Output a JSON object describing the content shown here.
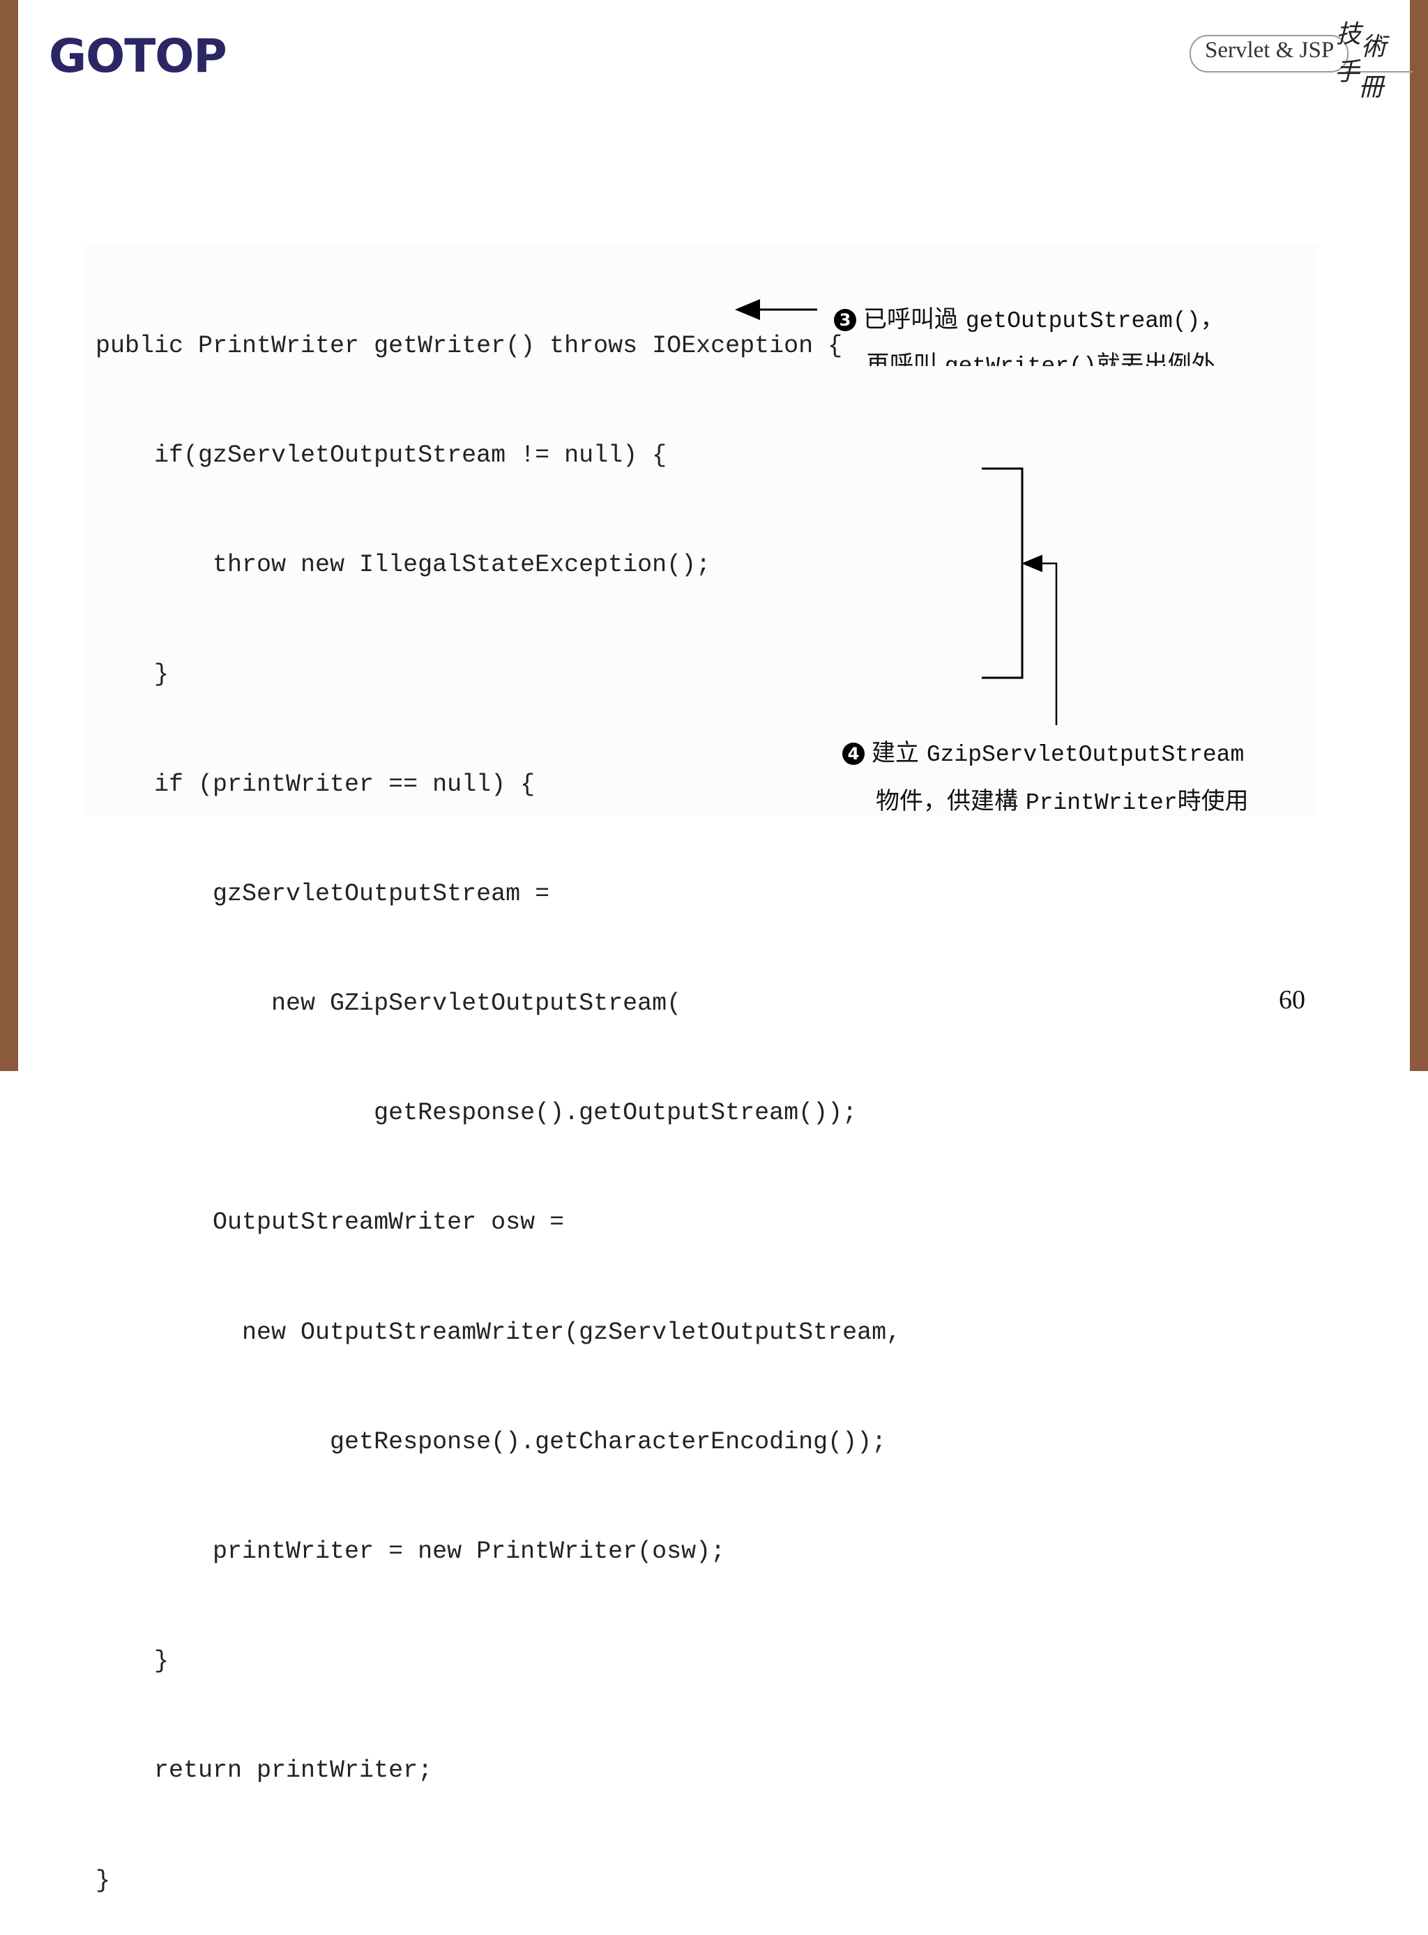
{
  "header": {
    "logo_text": "GOTOP",
    "series_title": "Servlet & JSP",
    "series_calligraphy": [
      "技",
      "術",
      "手",
      "冊"
    ]
  },
  "code_lines": [
    "public PrintWriter getWriter() throws IOException {",
    "    if(gzServletOutputStream != null) {",
    "        throw new IllegalStateException();",
    "    }",
    "    if (printWriter == null) {",
    "        gzServletOutputStream =",
    "            new GZipServletOutputStream(",
    "                   getResponse().getOutputStream());",
    "        OutputStreamWriter osw =",
    "          new OutputStreamWriter(gzServletOutputStream,",
    "                getResponse().getCharacterEncoding());",
    "        printWriter = new PrintWriter(osw);",
    "    }",
    "    return printWriter;",
    "}"
  ],
  "notes": {
    "note3": {
      "marker": "3",
      "line1_text": "已呼叫過 ",
      "line1_code": "getOutputStream()",
      "line1_suffix": "，",
      "line2_text": "再呼叫 ",
      "line2_code": "getWriter()",
      "line2_suffix": "就丟出例外"
    },
    "note4": {
      "marker": "4",
      "line1_text": "建立 ",
      "line1_code": "GzipServletOutputStream",
      "line2_prefix": "物件，供建構 ",
      "line2_code": "PrintWriter",
      "line2_suffix": "時使用"
    }
  },
  "page_number": "60"
}
